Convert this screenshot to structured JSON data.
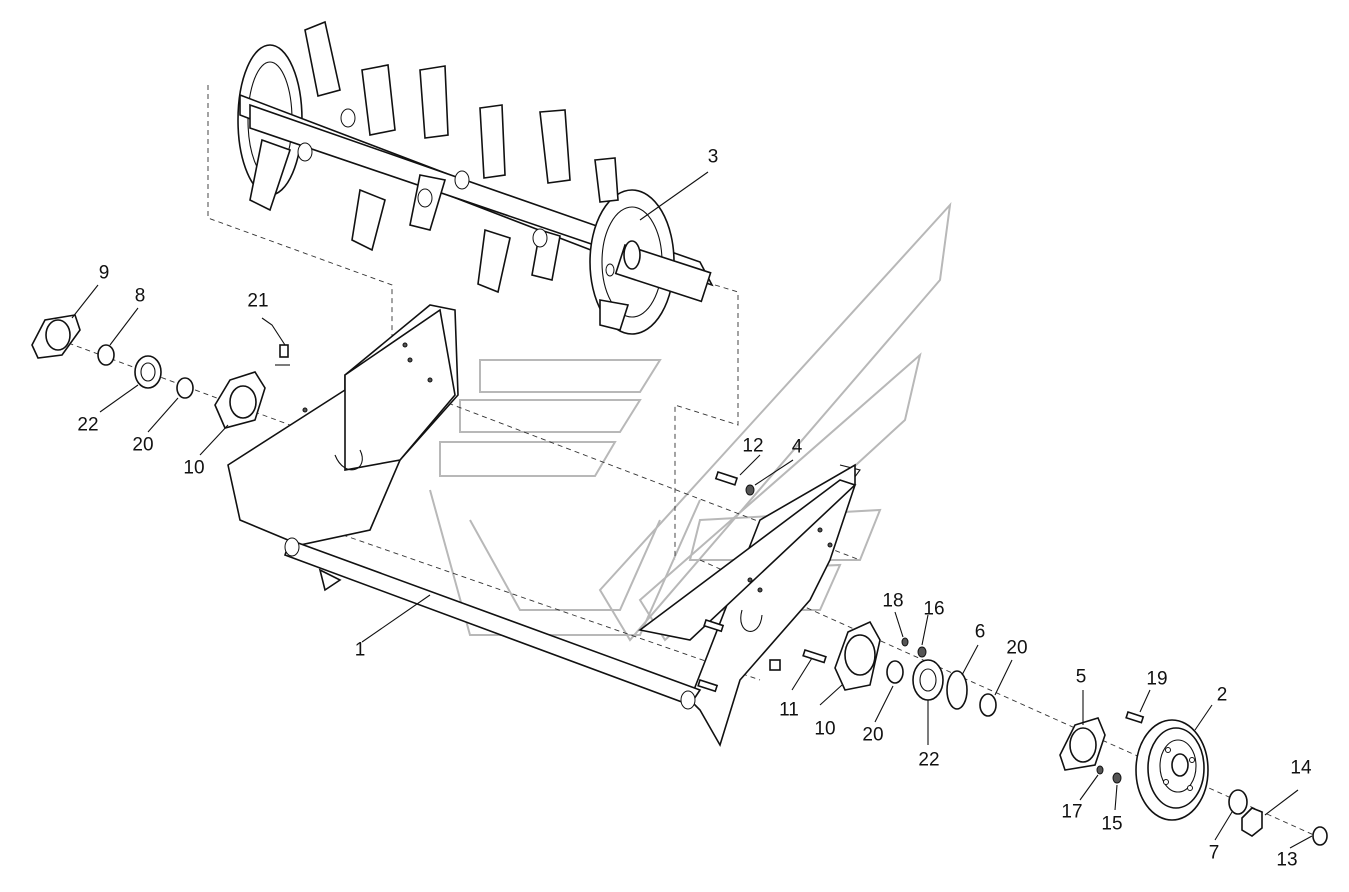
{
  "diagram": {
    "callouts": [
      {
        "id": "c1",
        "text": "1"
      },
      {
        "id": "c2",
        "text": "2"
      },
      {
        "id": "c3",
        "text": "3"
      },
      {
        "id": "c4",
        "text": "4"
      },
      {
        "id": "c5",
        "text": "5"
      },
      {
        "id": "c6",
        "text": "6"
      },
      {
        "id": "c7",
        "text": "7"
      },
      {
        "id": "c8",
        "text": "8"
      },
      {
        "id": "c9",
        "text": "9"
      },
      {
        "id": "c10a",
        "text": "10"
      },
      {
        "id": "c10b",
        "text": "10"
      },
      {
        "id": "c11",
        "text": "11"
      },
      {
        "id": "c12",
        "text": "12"
      },
      {
        "id": "c13",
        "text": "13"
      },
      {
        "id": "c14",
        "text": "14"
      },
      {
        "id": "c15",
        "text": "15"
      },
      {
        "id": "c16",
        "text": "16"
      },
      {
        "id": "c17",
        "text": "17"
      },
      {
        "id": "c18",
        "text": "18"
      },
      {
        "id": "c19",
        "text": "19"
      },
      {
        "id": "c20a",
        "text": "20"
      },
      {
        "id": "c20b",
        "text": "20"
      },
      {
        "id": "c20c",
        "text": "20"
      },
      {
        "id": "c21",
        "text": "21"
      },
      {
        "id": "c22a",
        "text": "22"
      },
      {
        "id": "c22b",
        "text": "22"
      }
    ]
  }
}
